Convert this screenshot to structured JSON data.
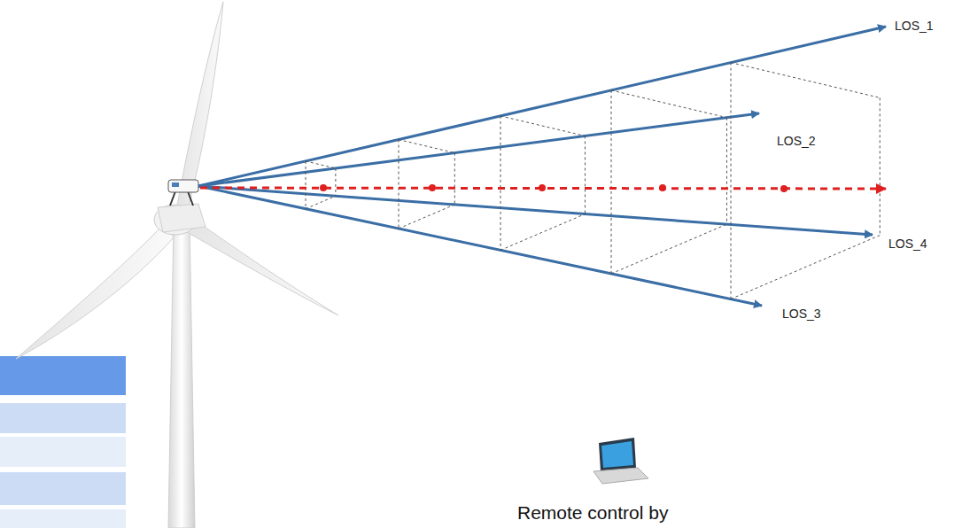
{
  "diagram": {
    "labels": [
      "LOS_1",
      "LOS_2",
      "LOS_4",
      "LOS_3",
      "Remote control by"
    ]
  }
}
